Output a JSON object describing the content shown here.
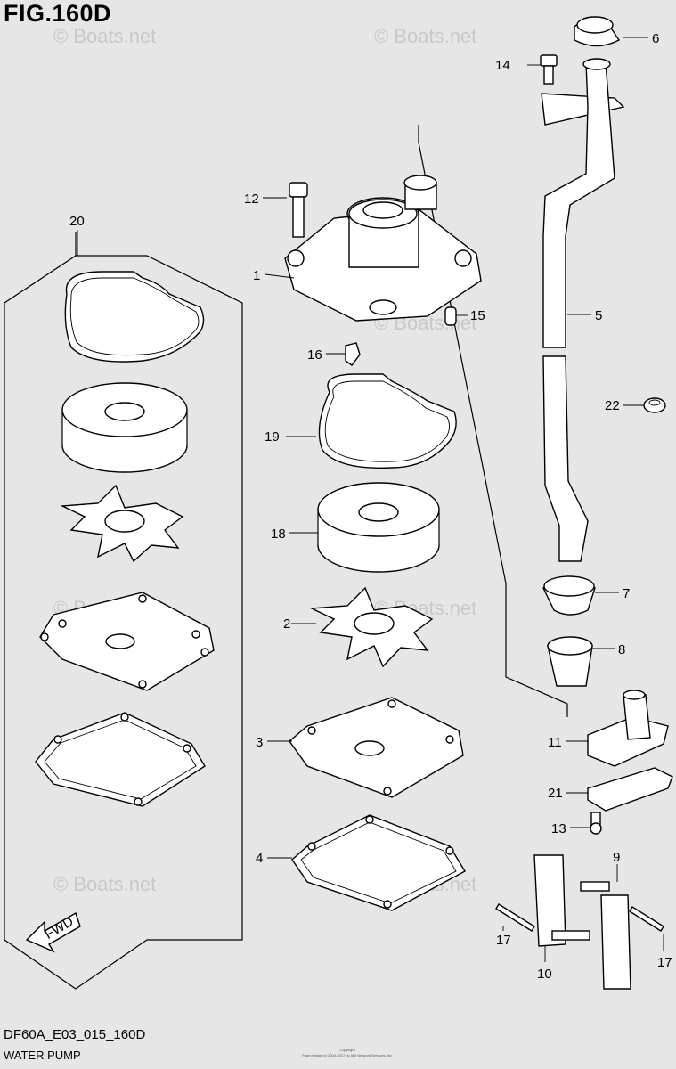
{
  "figure": {
    "title": "FIG.160D",
    "code": "DF60A_E03_015_160D",
    "name": "WATER PUMP",
    "copyright_line1": "Copyright",
    "copyright_line2": "Page design (c) 2004-2017 by ARI Network Services, Inc."
  },
  "watermark": "© Boats.net",
  "direction_arrow": "FWD",
  "callouts": [
    "1",
    "2",
    "3",
    "4",
    "5",
    "6",
    "7",
    "8",
    "9",
    "10",
    "11",
    "12",
    "13",
    "14",
    "15",
    "16",
    "17",
    "17",
    "18",
    "19",
    "20",
    "21",
    "22"
  ]
}
